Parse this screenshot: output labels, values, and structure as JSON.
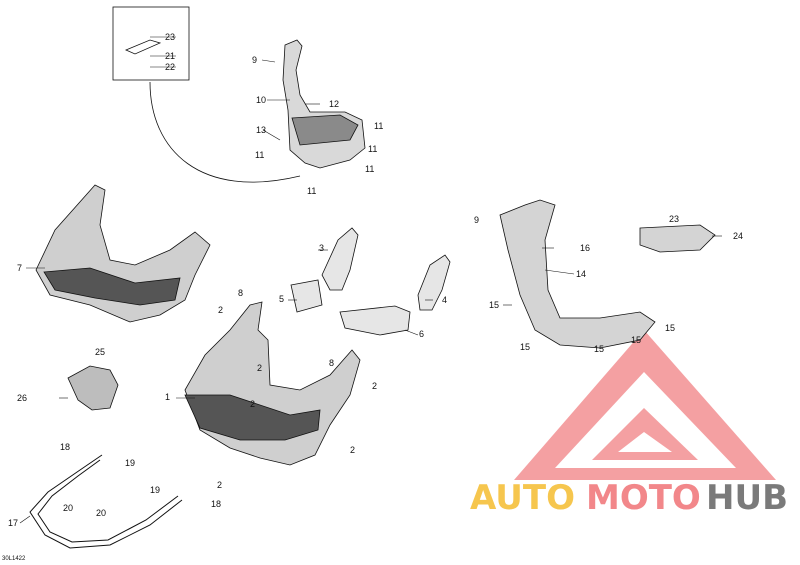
{
  "diagram": {
    "code": "30L1422",
    "callouts": [
      "1",
      "2",
      "3",
      "4",
      "5",
      "6",
      "7",
      "8",
      "9",
      "10",
      "11",
      "12",
      "13",
      "14",
      "15",
      "16",
      "17",
      "18",
      "19",
      "20",
      "21",
      "22",
      "23",
      "24",
      "25",
      "26"
    ]
  },
  "watermark": {
    "part1": "AUTO",
    "part2": "MOTO",
    "part3": "HUB",
    "colors": {
      "red": "#f2878a",
      "gold": "#f6c64e",
      "gray": "#7a7a7a"
    }
  }
}
